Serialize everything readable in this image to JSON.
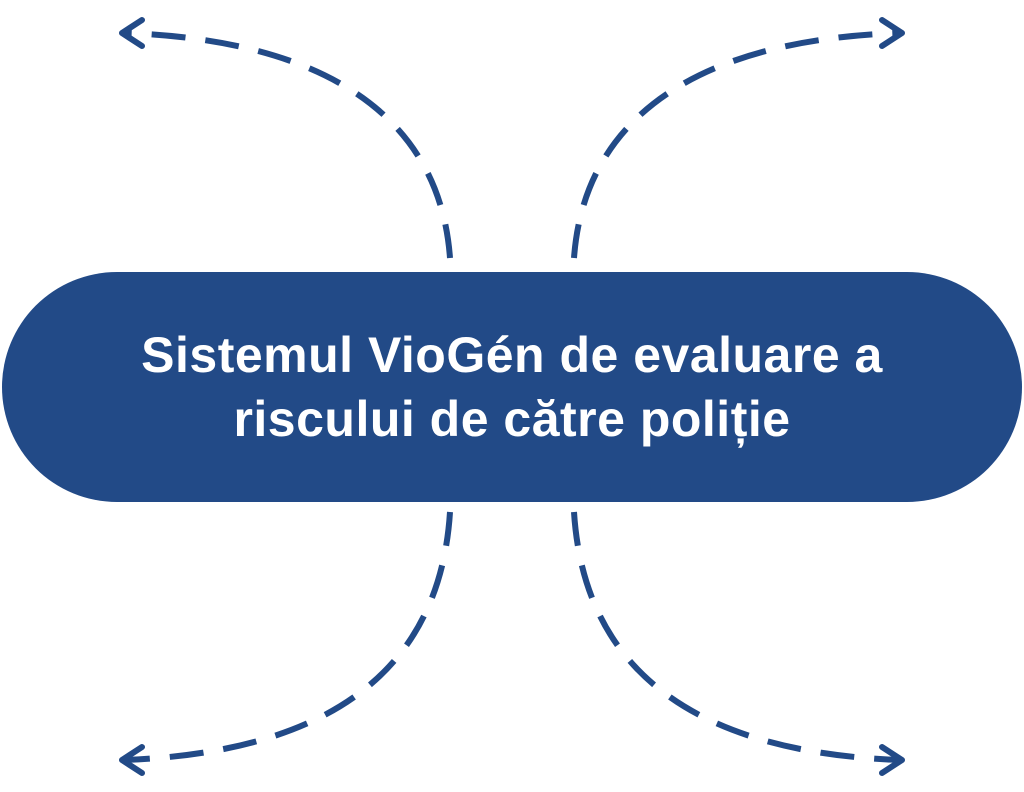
{
  "title": "Sistemul VioGén de evaluare a riscului de către poliție",
  "colors": {
    "primary": "#224a87",
    "text": "#ffffff"
  },
  "arrows": [
    "top-left",
    "top-right",
    "bottom-left",
    "bottom-right"
  ]
}
